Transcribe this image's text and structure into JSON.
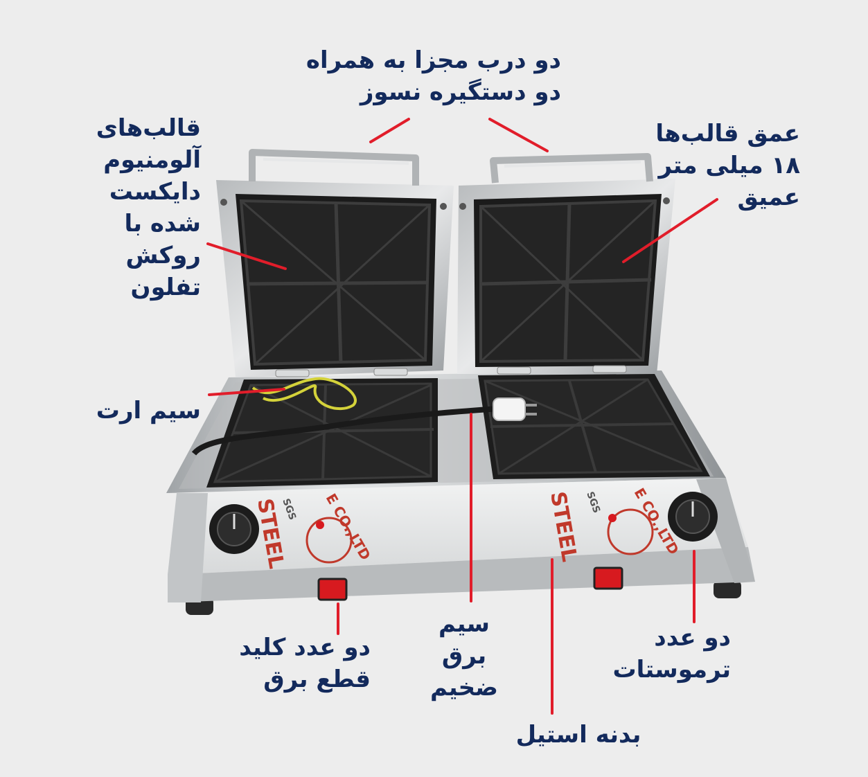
{
  "labels": {
    "lids": [
      "دو درب مجزا به همراه",
      "دو دستگیره نسوز"
    ],
    "molds": [
      "قالب‌های",
      "آلومنیوم",
      "دایکست",
      "شده با",
      "روکش",
      "تفلون"
    ],
    "depth": [
      "عمق قالب‌ها",
      "۱۸ میلی متر",
      "عمیق"
    ],
    "earth": [
      "سیم ارت"
    ],
    "switches": [
      "دو عدد کلید",
      "قطع برق"
    ],
    "cable": [
      "سیم",
      "برق",
      "ضخیم"
    ],
    "thermostats": [
      "دو عدد",
      "ترموستات"
    ],
    "body": [
      "بدنه استیل"
    ]
  },
  "product_markings": {
    "brand": "STEEL",
    "company": "E CO.,LTD",
    "cert": "SGS"
  },
  "colors": {
    "label_text": "#132a5c",
    "leader_line": "#e11d2a",
    "background": "#ededed",
    "plate": "#1b1b1b",
    "steel": "#c9ccce",
    "switch": "#d71a1f"
  }
}
